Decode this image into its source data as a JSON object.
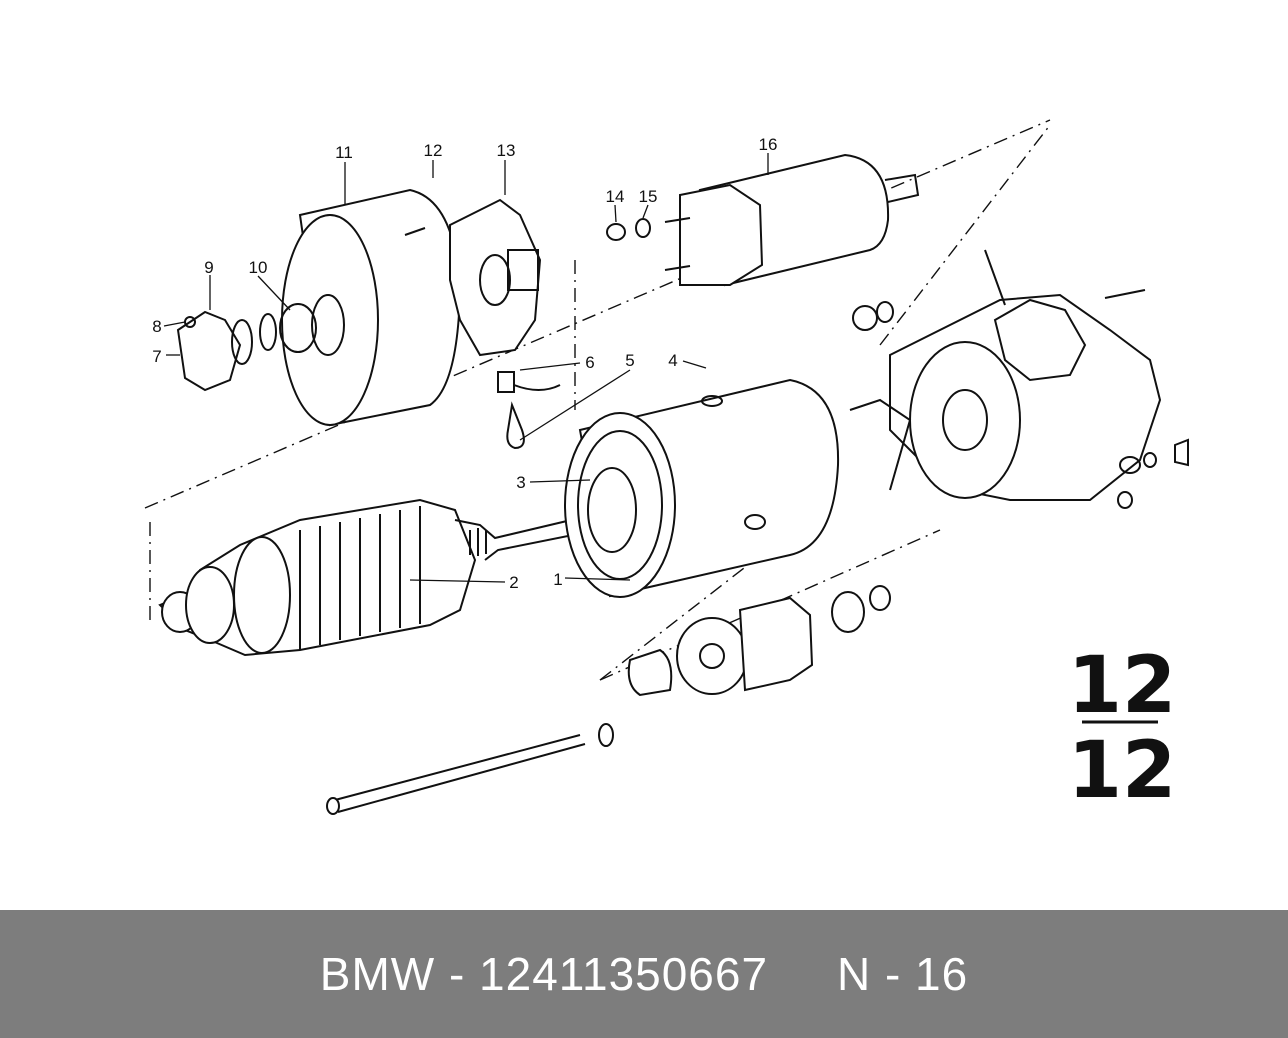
{
  "callouts": [
    "1",
    "2",
    "3",
    "4",
    "5",
    "6",
    "7",
    "8",
    "9",
    "10",
    "11",
    "12",
    "13",
    "14",
    "15",
    "16"
  ],
  "figure_number": {
    "top": "12",
    "bottom": "12"
  },
  "footer": {
    "text": "BMW - 12411350667     N - 16"
  },
  "colors": {
    "footer_background": "#7d7d7d",
    "footer_text": "#ffffff",
    "ink": "#111111"
  }
}
